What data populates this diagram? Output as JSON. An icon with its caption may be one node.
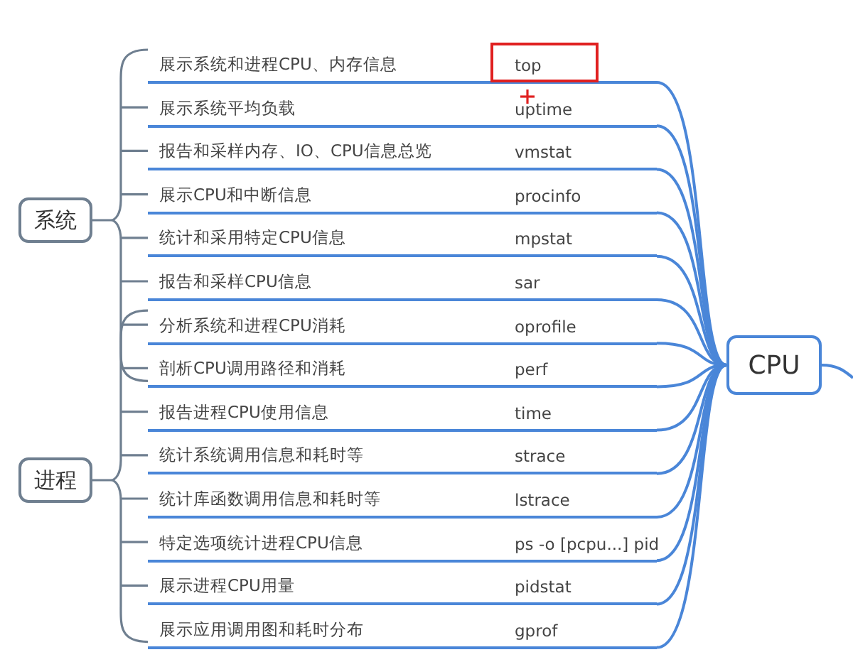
{
  "diagram": {
    "nodes": [
      {
        "text": [
          "系统"
        ]
      },
      {
        "text": [
          "进程"
        ]
      },
      {
        "text": [
          "CPU"
        ]
      },
      {
        "text": [
          "展示系统和进程CPU、内存信息",
          "top"
        ]
      },
      {
        "text": [
          "展示系统平均负载",
          "uptime"
        ]
      },
      {
        "text": [
          "报告和采样内存、IO、CPU信息总览",
          "vmstat"
        ]
      },
      {
        "text": [
          "展示CPU和中断信息",
          "procinfo"
        ]
      },
      {
        "text": [
          "统计和采用特定CPU信息",
          "mpstat"
        ]
      },
      {
        "text": [
          "报告和采样CPU信息",
          "sar"
        ]
      },
      {
        "text": [
          "分析系统和进程CPU消耗",
          "oprofile"
        ]
      },
      {
        "text": [
          "剖析CPU调用路径和消耗",
          "perf"
        ]
      },
      {
        "text": [
          "报告进程CPU使用信息",
          "time"
        ]
      },
      {
        "text": [
          "统计系统调用信息和耗时等",
          "strace"
        ]
      },
      {
        "text": [
          "统计库函数调用信息和耗时等",
          "lstrace"
        ]
      },
      {
        "text": [
          "特定选项统计进程CPU信息",
          "ps -o [pcpu...] pid"
        ]
      },
      {
        "text": [
          "展示进程CPU用量",
          "pidstat"
        ]
      },
      {
        "text": [
          "展示应用调用图和耗时分布",
          "gprof"
        ]
      }
    ],
    "edges": [
      {
        "from": 0,
        "to": 3,
        "arrow": "none"
      },
      {
        "from": 0,
        "to": 4,
        "arrow": "none"
      },
      {
        "from": 0,
        "to": 5,
        "arrow": "none"
      },
      {
        "from": 0,
        "to": 6,
        "arrow": "none"
      },
      {
        "from": 0,
        "to": 7,
        "arrow": "none"
      },
      {
        "from": 0,
        "to": 8,
        "arrow": "none"
      },
      {
        "from": 0,
        "to": 9,
        "arrow": "none"
      },
      {
        "from": 0,
        "to": 10,
        "arrow": "none"
      },
      {
        "from": 1,
        "to": 9,
        "arrow": "none"
      },
      {
        "from": 1,
        "to": 10,
        "arrow": "none"
      },
      {
        "from": 1,
        "to": 11,
        "arrow": "none"
      },
      {
        "from": 1,
        "to": 12,
        "arrow": "none"
      },
      {
        "from": 1,
        "to": 13,
        "arrow": "none"
      },
      {
        "from": 1,
        "to": 14,
        "arrow": "none"
      },
      {
        "from": 1,
        "to": 15,
        "arrow": "none"
      },
      {
        "from": 1,
        "to": 16,
        "arrow": "none"
      },
      {
        "from": 2,
        "to": 3,
        "arrow": "none"
      },
      {
        "from": 2,
        "to": 4,
        "arrow": "none"
      },
      {
        "from": 2,
        "to": 5,
        "arrow": "none"
      },
      {
        "from": 2,
        "to": 6,
        "arrow": "none"
      },
      {
        "from": 2,
        "to": 7,
        "arrow": "none"
      },
      {
        "from": 2,
        "to": 8,
        "arrow": "none"
      },
      {
        "from": 2,
        "to": 9,
        "arrow": "none"
      },
      {
        "from": 2,
        "to": 10,
        "arrow": "none"
      },
      {
        "from": 2,
        "to": 11,
        "arrow": "none"
      },
      {
        "from": 2,
        "to": 12,
        "arrow": "none"
      },
      {
        "from": 2,
        "to": 13,
        "arrow": "none"
      },
      {
        "from": 2,
        "to": 14,
        "arrow": "none"
      },
      {
        "from": 2,
        "to": 15,
        "arrow": "none"
      },
      {
        "from": 2,
        "to": 16,
        "arrow": "none"
      },
      {
        "from": 2,
        "to": null,
        "arrow": "none"
      }
    ]
  }
}
